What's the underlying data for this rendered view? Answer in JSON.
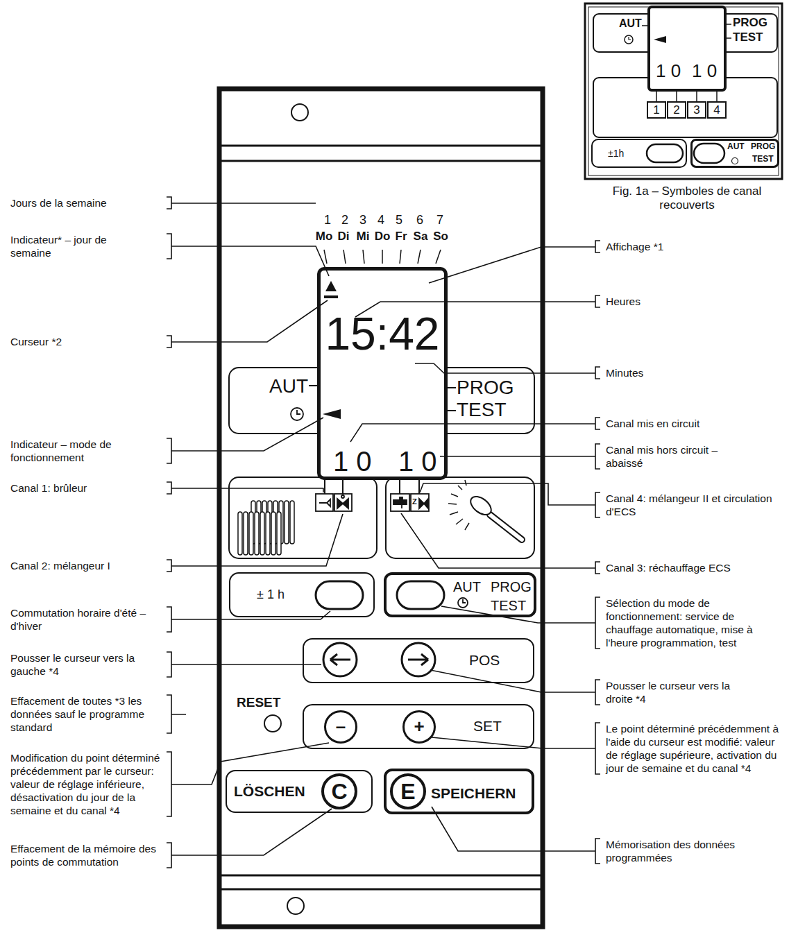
{
  "diagram": {
    "nodes": [
      {
        "text": [
          "15:42",
          "1 0",
          "1 0"
        ]
      },
      {
        "text": [
          "AUT",
          "PROG",
          "TEST"
        ]
      },
      {
        "text": [
          "± 1 h"
        ]
      },
      {
        "text": [
          "AUT",
          "PROG",
          "TEST"
        ]
      },
      {
        "text": [
          "POS"
        ]
      },
      {
        "text": [
          "SET"
        ]
      },
      {
        "text": [
          "–"
        ],
        "in": 5
      },
      {
        "text": [
          "+"
        ],
        "in": 5
      },
      {
        "text": [
          "LÖSCHEN"
        ]
      },
      {
        "text": [
          "C"
        ],
        "in": 8
      },
      {
        "text": [
          "SPEICHERN"
        ]
      },
      {
        "text": [
          "E"
        ],
        "in": 10
      },
      {
        "text": [
          "AUT",
          "PROG",
          "TEST"
        ]
      },
      {
        "text": [
          "1 0",
          "1 0"
        ]
      },
      {
        "text": [
          "1"
        ]
      },
      {
        "text": [
          "2"
        ]
      },
      {
        "text": [
          "3"
        ]
      },
      {
        "text": [
          "4"
        ]
      },
      {
        "text": [
          "±1h"
        ]
      },
      {
        "text": [
          "AUT",
          "PROG",
          "TEST"
        ]
      }
    ],
    "labels": [
      "1",
      "2",
      "3",
      "4",
      "5",
      "6",
      "7",
      "Mo",
      "Di",
      "Mi",
      "Do",
      "Fr",
      "Sa",
      "So",
      "Jours de la semaine",
      "Indicateur* – jour de semaine",
      "Curseur *2",
      "Indicateur – mode de fonctionnement",
      "Canal 1: brûleur",
      "Canal 2: mélangeur I",
      "Commutation horaire d'été – d'hiver",
      "Pousser le curseur vers la gauche *4",
      "RESET",
      "Effacement de toutes *3 les données sauf le programme standard",
      "Modification du point déterminé précédemment par le curseur: valeur de réglage inférieure, désactivation du jour de la semaine et du canal *4",
      "Effacement de la mémoire des points de commutation",
      "Affichage *1",
      "Heures",
      "Minutes",
      "Canal mis en circuit",
      "Canal mis hors circuit – abaissé",
      "Canal 4: mélangeur II et circulation d'ECS",
      "Canal 3: réchauffage ECS",
      "Sélection du mode de fonctionnement: service de chauffage automatique, mise à l'heure programmation, test",
      "Pousser le curseur vers la droite *4",
      "Le point déterminé précédemment à l'aide du curseur est modifié: valeur de réglage supérieure, activation du jour de semaine et du canal *4",
      "Mémorisation des données programmées",
      "Z",
      "Fig. 1a – Symboles de canal recouverts"
    ]
  }
}
